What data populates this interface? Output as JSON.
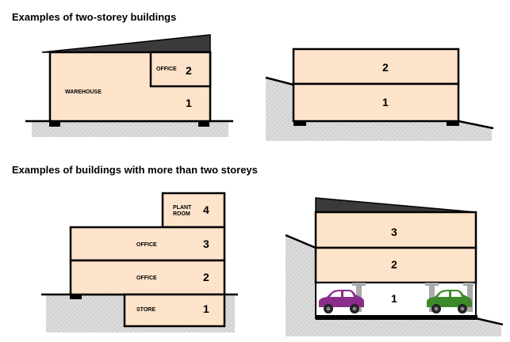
{
  "headings": {
    "two_storey": "Examples of two-storey buildings",
    "multi_storey": "Examples of buildings with more than two storeys"
  },
  "diagrams": {
    "d1": {
      "warehouse": "WAREHOUSE",
      "office": "OFFICE",
      "office_level": "2",
      "ground_level": "1"
    },
    "d2": {
      "upper_level": "2",
      "lower_level": "1"
    },
    "d3": {
      "plant_line1": "PLANT",
      "plant_line2": "ROOM",
      "plant_level": "4",
      "office_upper": "OFFICE",
      "office_upper_level": "3",
      "office_lower": "OFFICE",
      "office_lower_level": "2",
      "store": "STORE",
      "store_level": "1"
    },
    "d4": {
      "top_level": "3",
      "middle_level": "2",
      "carpark_level": "1"
    }
  },
  "colors": {
    "floor_fill": "#fde3c9",
    "ground_hatch": "#d9d9d9",
    "roof": "#3a3a3a",
    "car_purple": "#8b2d8a",
    "car_green": "#3d8a2b",
    "column": "#aaaaaa"
  }
}
